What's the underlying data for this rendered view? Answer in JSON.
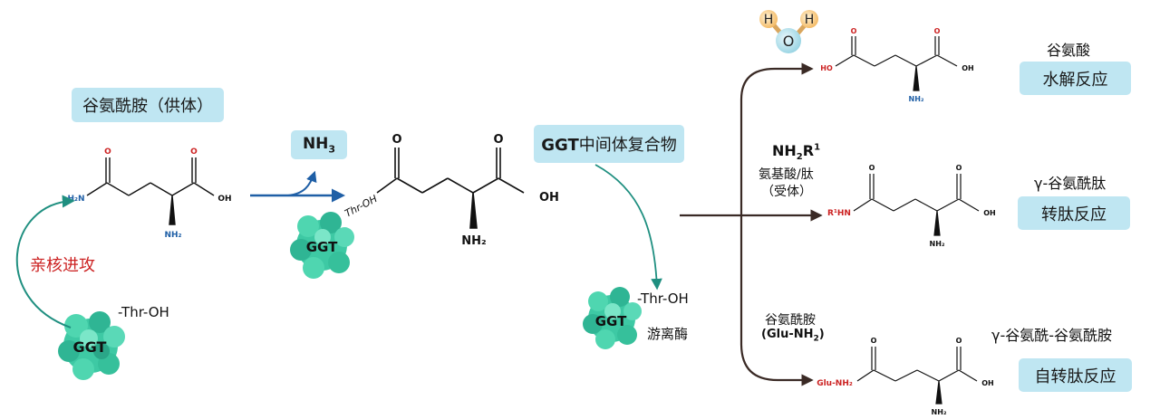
{
  "donor": {
    "label": "谷氨酰胺（供体）"
  },
  "ammonia": {
    "label": "NH",
    "sub": "3"
  },
  "intermediate": {
    "label_bold": "GGT",
    "label_rest": "中间体复合物"
  },
  "attack": {
    "label": "亲核进攻"
  },
  "free_enzyme": {
    "label": "游离酶"
  },
  "enzyme": {
    "name": "GGT",
    "thr_oh": "-Thr-OH",
    "thr_oh_bound": "Thr-OH"
  },
  "water": {
    "h": "H",
    "o": "O"
  },
  "acceptor": {
    "nh2r1": "NH",
    "nh2r1_sub": "2",
    "nh2r1_tail": "R",
    "nh2r1_sup": "1",
    "line1": "氨基酸/肽",
    "line2": "（受体）"
  },
  "glutamine_acceptor": {
    "line1": "谷氨酰胺",
    "line2_pre": "(Glu-NH",
    "line2_sub": "2",
    "line2_post": ")"
  },
  "products": [
    {
      "title": "谷氨酸",
      "reaction": "水解反应"
    },
    {
      "title": "γ-谷氨酰肽",
      "reaction": "转肽反应"
    },
    {
      "title": "γ-谷氨酰-谷氨酰胺",
      "reaction": "自转肽反应"
    }
  ],
  "atoms": {
    "O": "O",
    "OH": "OH",
    "HO": "HO",
    "H2N": "H₂N",
    "NH2": "NH₂",
    "R1HN": "R¹HN",
    "GluNH2": "Glu-NH₂"
  },
  "colors": {
    "box": "#bfe6f2",
    "teal": "#1f8f80",
    "blue": "#1f5fa6",
    "dark": "#3a2a25",
    "red": "#cc2222",
    "enzyme": "#3ec9a4"
  }
}
